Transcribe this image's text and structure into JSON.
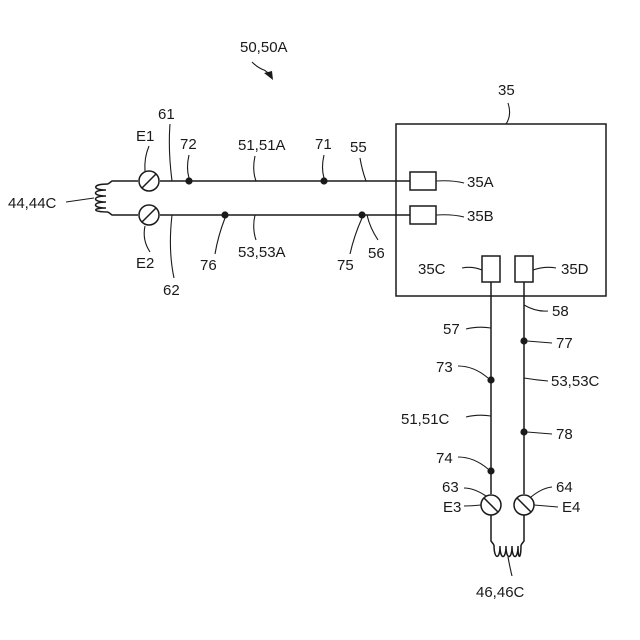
{
  "labels": {
    "assembly": "50,50A",
    "unit": "35",
    "terminal_a": "35A",
    "terminal_b": "35B",
    "terminal_c": "35C",
    "terminal_d": "35D",
    "coil_left": "44,44C",
    "coil_bottom": "46,46C",
    "electrode_1": "E1",
    "electrode_2": "E2",
    "electrode_3": "E3",
    "electrode_4": "E4",
    "wire_top_a": "51,51A",
    "wire_bottom_a": "53,53A",
    "wire_left_c": "51,51C",
    "wire_right_c": "53,53C",
    "ref_55": "55",
    "ref_56": "56",
    "ref_57": "57",
    "ref_58": "58",
    "ref_61": "61",
    "ref_62": "62",
    "ref_63": "63",
    "ref_64": "64",
    "node_71": "71",
    "node_72": "72",
    "node_73": "73",
    "node_74": "74",
    "node_75": "75",
    "node_76": "76",
    "node_77": "77",
    "node_78": "78"
  }
}
